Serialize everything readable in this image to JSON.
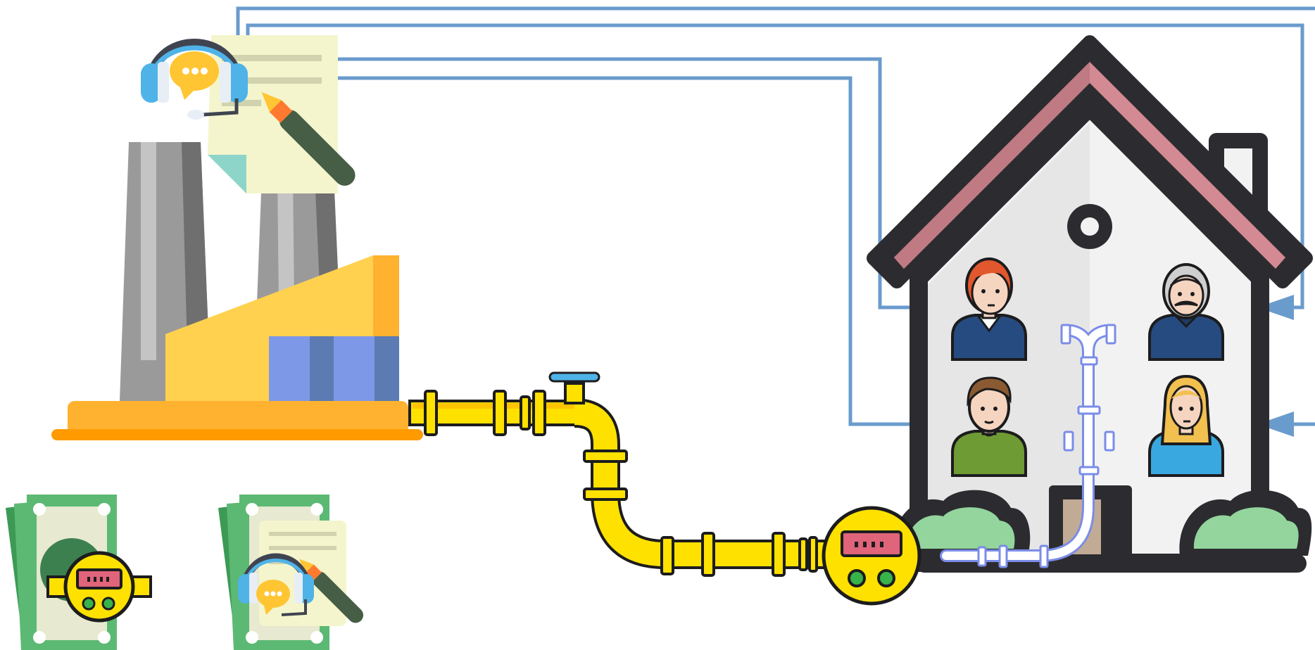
{
  "diagram": {
    "theme": {
      "pipe_yellow": "#ffe100",
      "pipe_yellow_dark": "#ffc400",
      "outline": "#1c1c1e",
      "connector_blue": "#6a9bcd",
      "house_wall": "#f2f2f2",
      "house_wall_shade": "#e6e6e6",
      "house_outline": "#2c2c30",
      "roof_pink": "#d38a92",
      "roof_pink_dark": "#c07a83",
      "factory_orange": "#ffb22f",
      "factory_yellow": "#ffd14f",
      "factory_window": "#7d98e6",
      "chimney_grey": "#9a9a9a",
      "meter_screen": "#e0647a",
      "meter_dot": "#37b34a",
      "money_green": "#5cb974",
      "document_cream": "#f4f5cc",
      "bush_green": "#93d59d",
      "headset_blue": "#4fb3e8",
      "speech_yellow": "#ffc533",
      "water_pipe": "#dbe2ff"
    },
    "nodes": [
      {
        "id": "factory",
        "icon": "factory-icon"
      },
      {
        "id": "support",
        "icon": "headset-icon"
      },
      {
        "id": "contract",
        "icon": "document-pen-icon"
      },
      {
        "id": "supply-pipe",
        "icon": "gas-pipe-icon"
      },
      {
        "id": "valve",
        "icon": "valve-icon"
      },
      {
        "id": "meter",
        "icon": "gas-meter-icon"
      },
      {
        "id": "house",
        "icon": "house-icon"
      },
      {
        "id": "indoor-pipes",
        "icon": "indoor-pipe-icon"
      },
      {
        "id": "customers",
        "icons": [
          "woman-customer-icon",
          "old-man-customer-icon",
          "man-customer-icon",
          "blonde-woman-customer-icon"
        ]
      },
      {
        "id": "billing-meter",
        "icons": [
          "money-icon",
          "gas-meter-icon"
        ]
      },
      {
        "id": "billing-service",
        "icons": [
          "money-icon",
          "document-pen-icon",
          "headset-icon"
        ]
      }
    ],
    "connectors": [
      {
        "from": "support",
        "to": "customers",
        "icon": "arrow-icon"
      },
      {
        "from": "contract",
        "to": "customers",
        "icon": "arrow-icon"
      }
    ]
  }
}
